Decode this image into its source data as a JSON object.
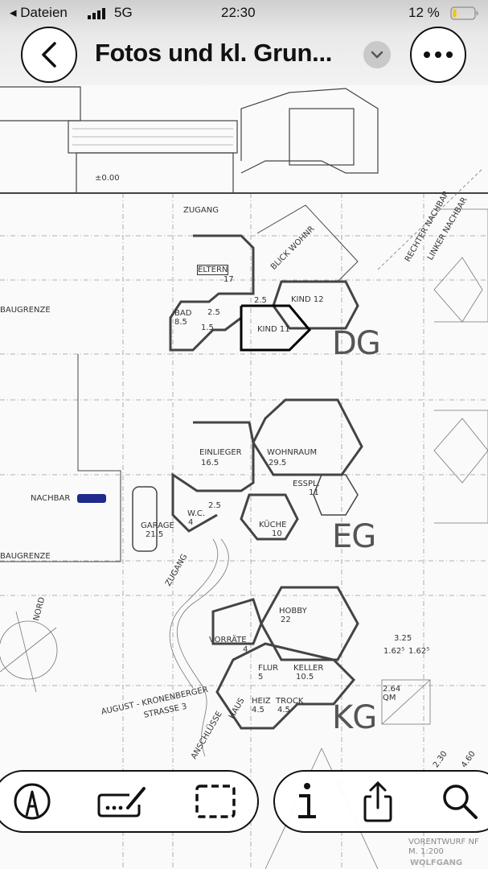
{
  "status_bar": {
    "back_app": "Dateien",
    "network": "5G",
    "time": "22:30",
    "battery": "12 %",
    "battery_level": 0.12,
    "battery_color": "#f5c400"
  },
  "nav": {
    "title": "Fotos und kl. Grun...",
    "back_icon": "chevron-left-icon",
    "title_menu_icon": "chevron-down-icon",
    "more_icon": "ellipsis-icon"
  },
  "plan": {
    "elevation": "±0.00",
    "zugang_top": "ZUGANG",
    "baugrenze_1": "BAUGRENZE",
    "baugrenze_2": "BAUGRENZE",
    "eltern": "ELTERN",
    "eltern_area": "17",
    "blick": "BLICK WOHNR",
    "kind12": "KIND 12",
    "bad": "BAD",
    "bad_area": "8.5",
    "dim_a": "2.5",
    "dim_b": "2.5",
    "dim_c": "1.5",
    "kind11": "KIND 11",
    "dg": "DG",
    "rechter_nachbar": "RECHTER NACHBAR",
    "linker_nachbar": "LINKER NACHBAR",
    "einlieger": "EINLIEGER",
    "einlieger_area": "16.5",
    "wohnraum": "WOHNRAUM",
    "wohnraum_area": "29.5",
    "esspl": "ESSPL.",
    "esspl_area": "11",
    "nachbar": "NACHBAR",
    "garage": "GARAGE",
    "garage_area": "21.5",
    "wc": "W.C.",
    "wc_area": "4",
    "dim_d": "2.5",
    "kueche": "KÜCHE",
    "kueche_area": "10",
    "eg": "EG",
    "zugang_bottom": "ZUGANG",
    "nord": "NORD",
    "hobby": "HOBBY",
    "hobby_area": "22",
    "vorraete": "VORRÄTE",
    "vorraete_area": "4",
    "flur": "FLUR",
    "flur_area": "5",
    "keller": "KELLER",
    "keller_area": "10.5",
    "heiz": "HEIZ",
    "heiz_area": "4.5",
    "trock": "TROCK",
    "trock_area": "4.5",
    "street_1": "AUGUST - KRONENBERGER",
    "street_2": "STRASSE 3",
    "haus": "HAUS",
    "anschluesse": "ANSCHLÜSSE",
    "dim_325": "3.25",
    "dim_162a": "1.62⁵",
    "dim_162b": "1.62⁵",
    "qm": "2.64",
    "qm_unit": "QM",
    "kg": "KG",
    "dim_230": "2.30",
    "dim_460": "4.60",
    "vorentwurf": "VORENTWURF NF",
    "scale": "M. 1:200",
    "wolfgang": "WOLFGANG"
  },
  "toolbar": {
    "markup_icon": "pen-tip-icon",
    "signature_icon": "signature-icon",
    "select_icon": "dashed-selection-icon",
    "info_icon": "info-icon",
    "share_icon": "share-icon",
    "search_icon": "magnifier-icon"
  }
}
